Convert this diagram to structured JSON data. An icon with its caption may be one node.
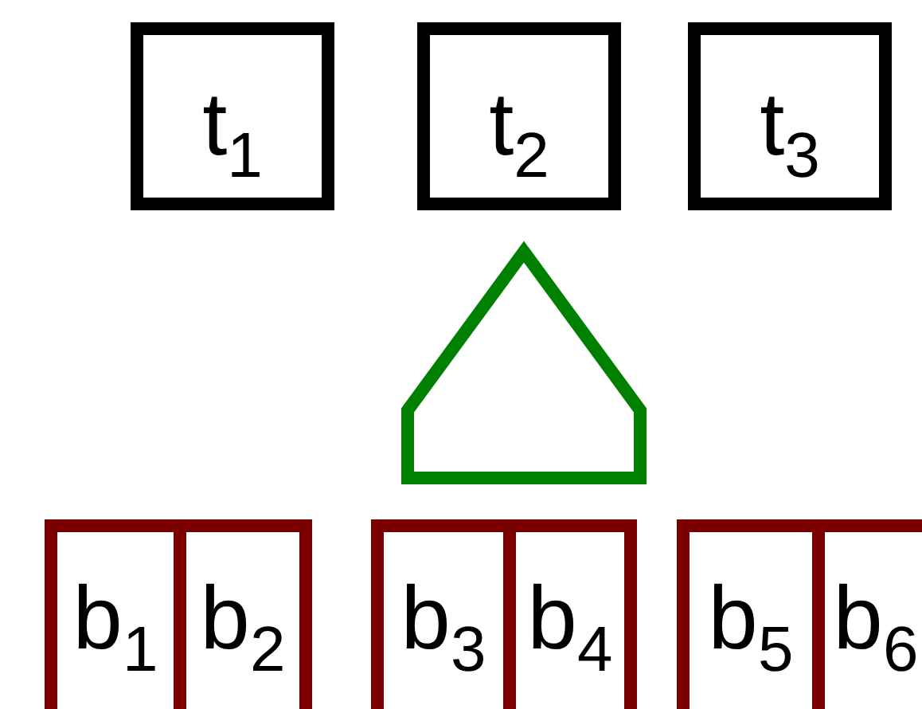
{
  "diagram": {
    "nodes": [
      {
        "text": [
          "t$_{1}$"
        ]
      },
      {
        "text": [
          "t$_{2}$"
        ]
      },
      {
        "text": [
          "t$_{3}$"
        ]
      },
      {
        "text": [],
        "shape": "pentagon"
      },
      {
        "text": [
          "b$_{1}$"
        ]
      },
      {
        "text": [
          "b$_{2}$"
        ]
      },
      {
        "text": [
          "b$_{3}$"
        ]
      },
      {
        "text": [
          "b$_{4}$"
        ]
      },
      {
        "text": [
          "b$_{5}$"
        ]
      },
      {
        "text": [
          "b$_{6}$"
        ]
      }
    ]
  }
}
